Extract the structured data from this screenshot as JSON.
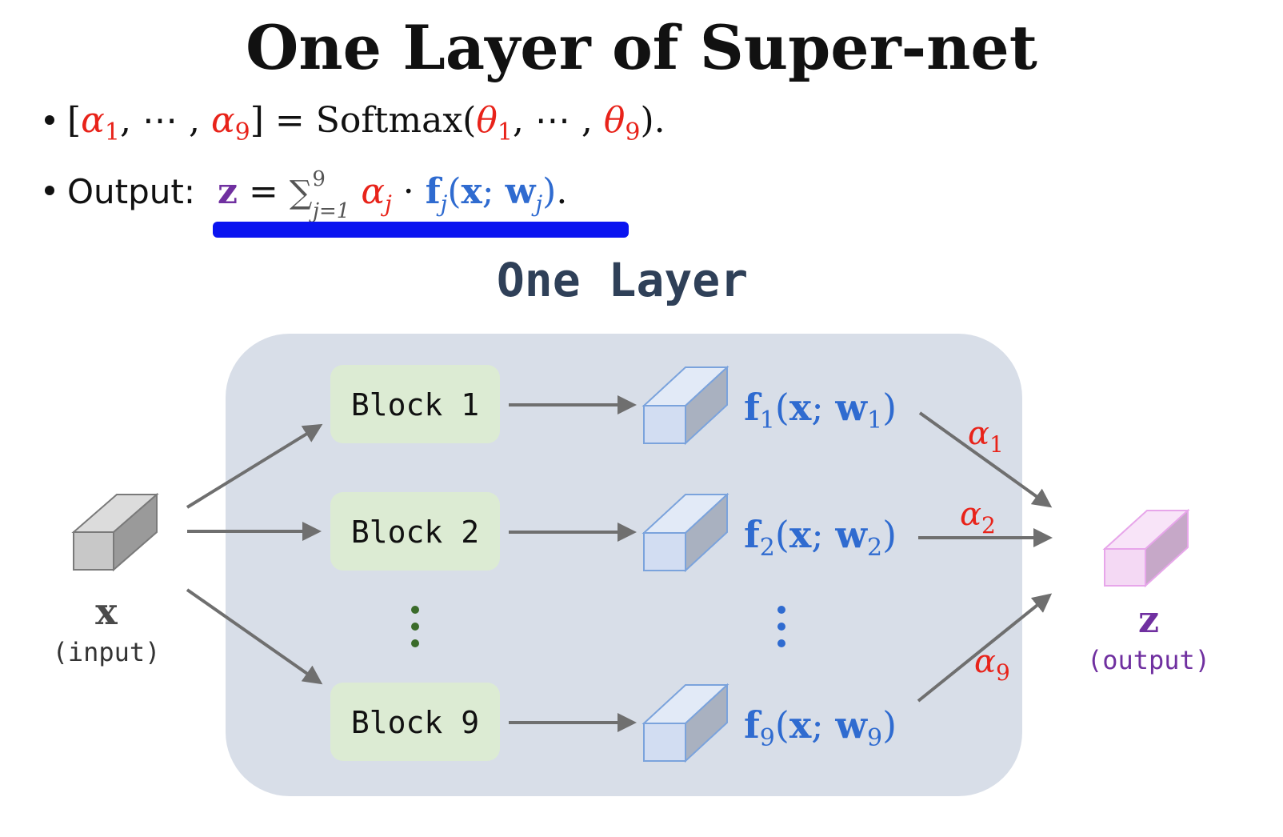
{
  "title": "One Layer of Super-net",
  "bullets": {
    "softmax": {
      "alpha": "α",
      "sub1": "1",
      "sub9": "9",
      "dots": "⋯",
      "func": "Softmax",
      "theta": "θ"
    },
    "output": {
      "label": "Output:",
      "z": "z",
      "sum": "∑",
      "sum_upper": "9",
      "sum_lower": "j=1",
      "alpha": "α",
      "sub_j": "j",
      "f": "f",
      "x": "x",
      "w": "w"
    }
  },
  "diagram": {
    "layer_title": "One Layer",
    "input": {
      "symbol": "x",
      "caption": "(input)"
    },
    "output": {
      "symbol": "z",
      "caption": "(output)"
    },
    "blocks": [
      {
        "label": "Block 1",
        "sub": "1"
      },
      {
        "label": "Block 2",
        "sub": "2"
      },
      {
        "label": "Block 9",
        "sub": "9"
      }
    ],
    "vertical_dots": "⋮"
  },
  "colors": {
    "red": "#e8231a",
    "blue": "#2f6bd0",
    "purple": "#7030a0",
    "underline": "#0a14f0",
    "panel": "#d8dee8",
    "block_bg": "#dcebd3",
    "green_dots": "#3a6b2a",
    "layer_title": "#2f4058"
  }
}
